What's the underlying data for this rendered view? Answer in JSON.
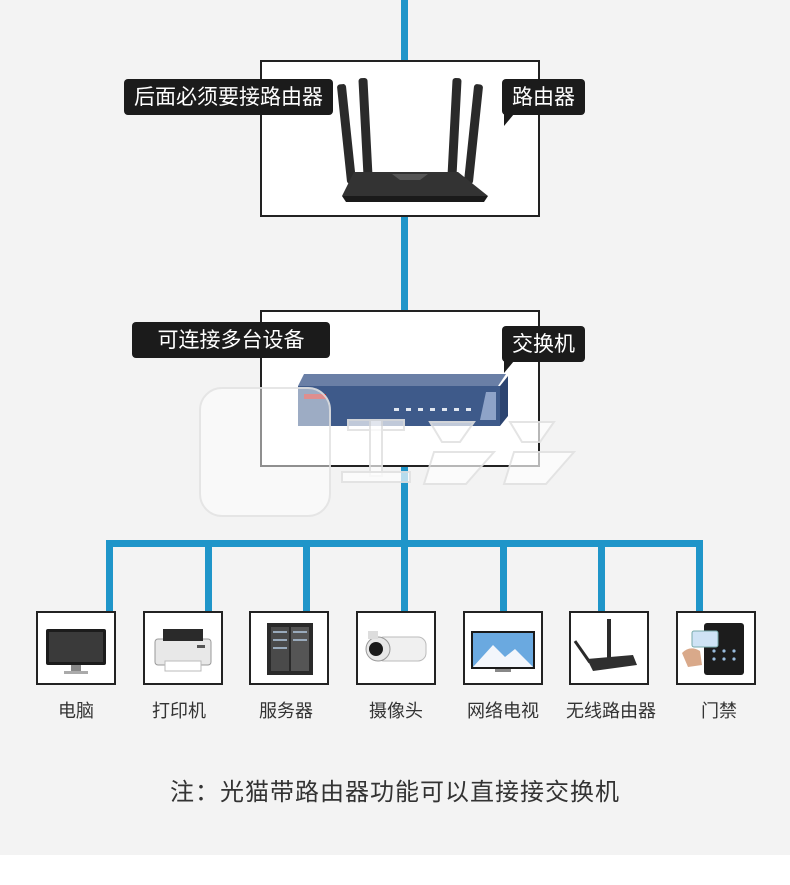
{
  "router": {
    "caption": "后面必须要接路由器",
    "name": "路由器"
  },
  "switch": {
    "caption": "可连接多台设备",
    "name": "交换机"
  },
  "devices": [
    {
      "label": "电脑",
      "icon": "monitor-icon"
    },
    {
      "label": "打印机",
      "icon": "printer-icon"
    },
    {
      "label": "服务器",
      "icon": "server-rack-icon"
    },
    {
      "label": "摄像头",
      "icon": "camera-icon"
    },
    {
      "label": "网络电视",
      "icon": "tv-icon"
    },
    {
      "label": "无线路由器",
      "icon": "wireless-router-icon"
    },
    {
      "label": "门禁",
      "icon": "access-control-icon"
    }
  ],
  "note": "注：光猫带路由器功能可以直接接交换机",
  "colors": {
    "wire": "#1f95c9",
    "tag_bg": "#1b1b1b",
    "background": "#f3f3f3"
  }
}
